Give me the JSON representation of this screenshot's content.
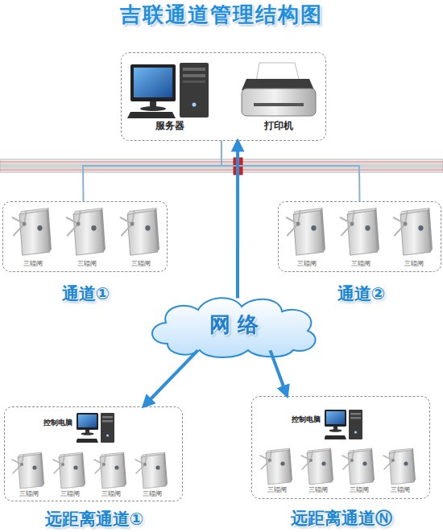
{
  "diagram": {
    "title": "吉联通道管理结构图",
    "nodes": [
      {
        "text": [
          "服务器",
          "打印机"
        ]
      },
      {
        "text": [
          "通道①"
        ]
      },
      {
        "text": [
          "三辊闸"
        ],
        "in": 1
      },
      {
        "text": [
          "三辊闸"
        ],
        "in": 1
      },
      {
        "text": [
          "三辊闸"
        ],
        "in": 1
      },
      {
        "text": [
          "通道②"
        ]
      },
      {
        "text": [
          "三辊闸"
        ],
        "in": 5
      },
      {
        "text": [
          "三辊闸"
        ],
        "in": 5
      },
      {
        "text": [
          "三辊闸"
        ],
        "in": 5
      },
      {
        "text": [
          "网 络"
        ]
      },
      {
        "text": [
          "远距离通道①"
        ]
      },
      {
        "text": [
          "控制电脑"
        ],
        "in": 10
      },
      {
        "text": [
          "三辊闸"
        ],
        "in": 10
      },
      {
        "text": [
          "三辊闸"
        ],
        "in": 10
      },
      {
        "text": [
          "三辊闸"
        ],
        "in": 10
      },
      {
        "text": [
          "三辊闸"
        ],
        "in": 10
      },
      {
        "text": [
          "远距离通道Ⓝ"
        ]
      },
      {
        "text": [
          "控制电脑"
        ],
        "in": 16
      },
      {
        "text": [
          "三辊闸"
        ],
        "in": 16
      },
      {
        "text": [
          "三辊闸"
        ],
        "in": 16
      },
      {
        "text": [
          "三辊闸"
        ],
        "in": 16
      },
      {
        "text": [
          "三辊闸"
        ],
        "in": 16
      }
    ],
    "edges": [
      {
        "from": 0,
        "to": 1,
        "arrow": "none"
      },
      {
        "from": 0,
        "to": 5,
        "arrow": "none"
      },
      {
        "from": 9,
        "to": 0,
        "arrow": "to"
      },
      {
        "from": 9,
        "to": 10,
        "arrow": "to"
      },
      {
        "from": 9,
        "to": 16,
        "arrow": "to"
      }
    ]
  }
}
